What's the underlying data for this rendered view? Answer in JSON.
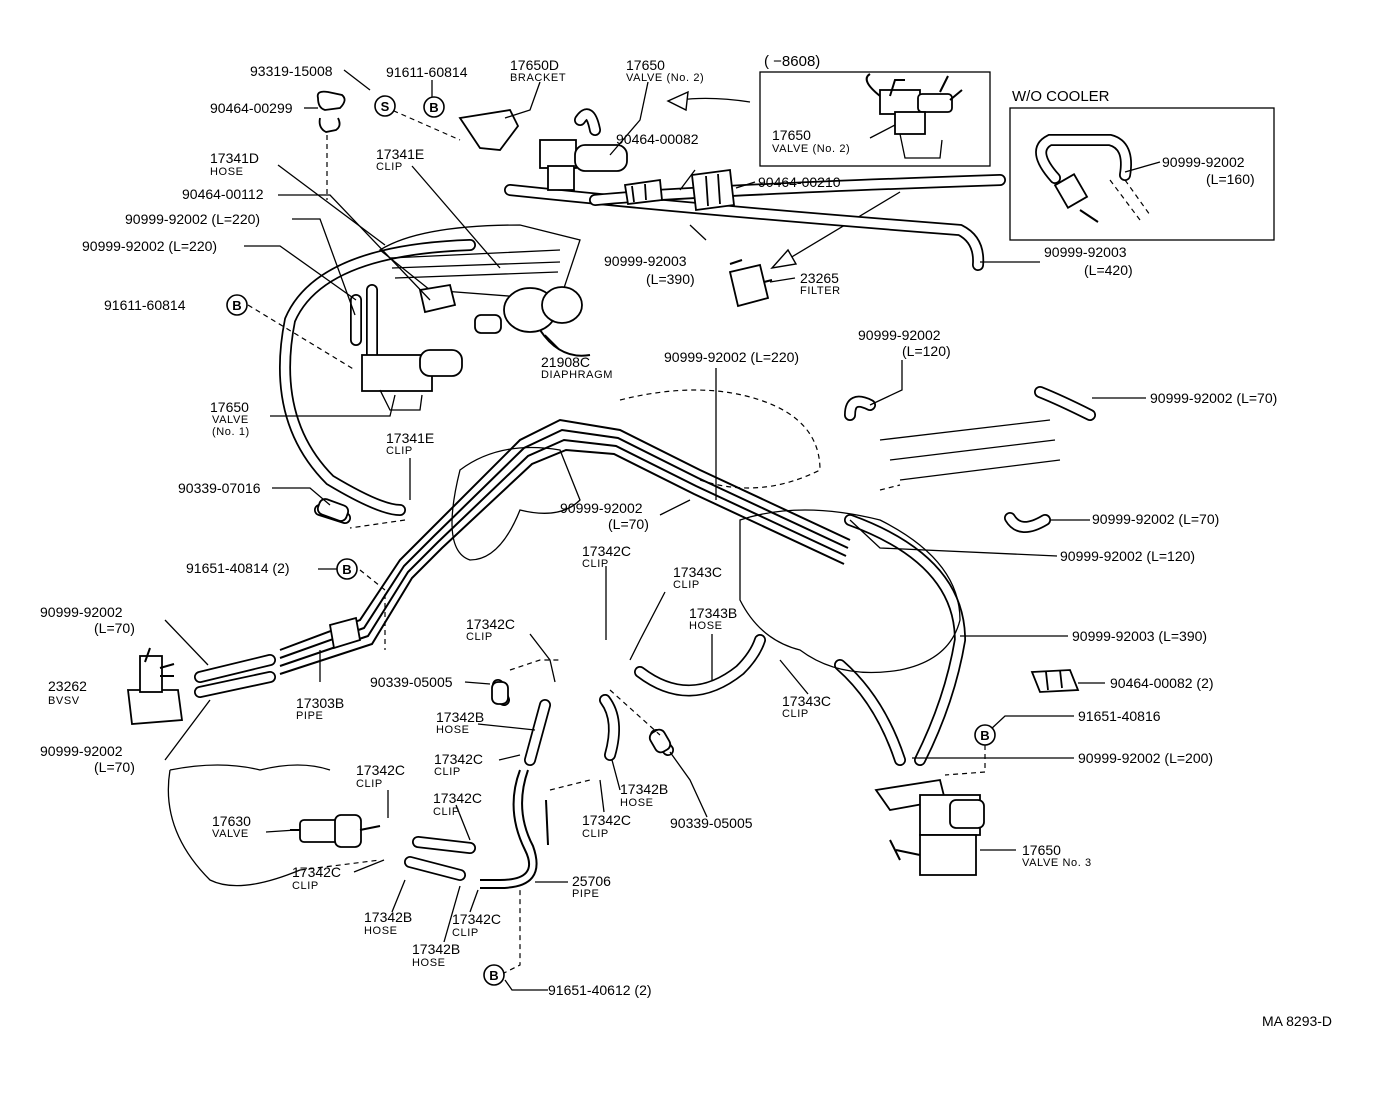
{
  "diagram_id": "MA 8293-D",
  "insets": {
    "top": {
      "date": "(     −8608)"
    },
    "wo_cooler": {
      "title": "W/O COOLER"
    }
  },
  "symbols": {
    "s": "S",
    "b": "B"
  },
  "labels": {
    "p93319": {
      "part": "93319-15008"
    },
    "p91611a": {
      "part": "91611-60814"
    },
    "p17650d": {
      "part": "17650D",
      "desc": "BRACKET"
    },
    "p17650n2": {
      "part": "17650",
      "desc": "VALVE (No. 2)"
    },
    "p17650n2_inset": {
      "part": "17650",
      "desc": "VALVE (No. 2)"
    },
    "p90464_299": {
      "part": "90464-00299"
    },
    "p17341d": {
      "part": "17341D",
      "desc": "HOSE"
    },
    "p17341e_top": {
      "part": "17341E",
      "desc": "CLIP"
    },
    "p90464_112": {
      "part": "90464-00112"
    },
    "p90999_l220a": {
      "part": "90999-92002 (L=220)"
    },
    "p90999_l220b": {
      "part": "90999-92002 (L=220)"
    },
    "p91611b": {
      "part": "91611-60814"
    },
    "p90464_82": {
      "part": "90464-00082"
    },
    "p90464_210": {
      "part": "90464-00210"
    },
    "p90999_l160": {
      "part": "90999-92002",
      "len": "(L=160)"
    },
    "p90999_92003_l390a": {
      "part": "90999-92003",
      "len": "(L=390)"
    },
    "p23265": {
      "part": "23265",
      "desc": "FILTER"
    },
    "p90999_92003_l420": {
      "part": "90999-92003",
      "len": "(L=420)"
    },
    "p21908c": {
      "part": "21908C",
      "desc": "DIAPHRAGM"
    },
    "p90999_l220c": {
      "part": "90999-92002 (L=220)"
    },
    "p90999_l120a": {
      "part": "90999-92002",
      "len": "(L=120)"
    },
    "p17650n1": {
      "part": "17650",
      "desc": "VALVE",
      "desc2": "(No. 1)"
    },
    "p17341e_mid": {
      "part": "17341E",
      "desc": "CLIP"
    },
    "p90999_l70a": {
      "part": "90999-92002 (L=70)"
    },
    "p90339_07016": {
      "part": "90339-07016"
    },
    "p90999_l70b": {
      "part": "90999-92002",
      "len": "(L=70)"
    },
    "p90999_l70c": {
      "part": "90999-92002 (L=70)"
    },
    "p90999_l120b": {
      "part": "90999-92002 (L=120)"
    },
    "p17342c_a": {
      "part": "17342C",
      "desc": "CLIP"
    },
    "p91651_40814": {
      "part": "91651-40814 (2)"
    },
    "p17343c_a": {
      "part": "17343C",
      "desc": "CLIP"
    },
    "p90999_l70d": {
      "part": "90999-92002",
      "len": "(L=70)"
    },
    "p17343b": {
      "part": "17343B",
      "desc": "HOSE"
    },
    "p90999_92003_l390b": {
      "part": "90999-92003 (L=390)"
    },
    "p17342c_b": {
      "part": "17342C",
      "desc": "CLIP"
    },
    "p23262": {
      "part": "23262",
      "desc": "BVSV"
    },
    "p90339_05005a": {
      "part": "90339-05005"
    },
    "p17303b": {
      "part": "17303B",
      "desc": "PIPE"
    },
    "p90464_82_2": {
      "part": "90464-00082 (2)"
    },
    "p17343c_b": {
      "part": "17343C",
      "desc": "CLIP"
    },
    "p91651_40816": {
      "part": "91651-40816"
    },
    "p17342b_a": {
      "part": "17342B",
      "desc": "HOSE"
    },
    "p90999_l70e": {
      "part": "90999-92002",
      "len": "(L=70)"
    },
    "p17342c_c": {
      "part": "17342C",
      "desc": "CLIP"
    },
    "p90999_l200": {
      "part": "90999-92002 (L=200)"
    },
    "p17342b_b": {
      "part": "17342B",
      "desc": "HOSE"
    },
    "p17342c_d": {
      "part": "17342C",
      "desc": "CLIP"
    },
    "p17342c_e": {
      "part": "17342C",
      "desc": "CLIP"
    },
    "p17342c_f": {
      "part": "17342C",
      "desc": "CLIP"
    },
    "p90339_05005b": {
      "part": "90339-05005"
    },
    "p17630": {
      "part": "17630",
      "desc": "VALVE"
    },
    "p17342c_g": {
      "part": "17342C",
      "desc": "CLIP"
    },
    "p17650n3": {
      "part": "17650",
      "desc": "VALVE No. 3"
    },
    "p25706": {
      "part": "25706",
      "desc": "PIPE"
    },
    "p17342b_c": {
      "part": "17342B",
      "desc": "HOSE"
    },
    "p17342c_h": {
      "part": "17342C",
      "desc": "CLIP"
    },
    "p17342b_d": {
      "part": "17342B",
      "desc": "HOSE"
    },
    "p91651_40612": {
      "part": "91651-40612 (2)"
    }
  }
}
